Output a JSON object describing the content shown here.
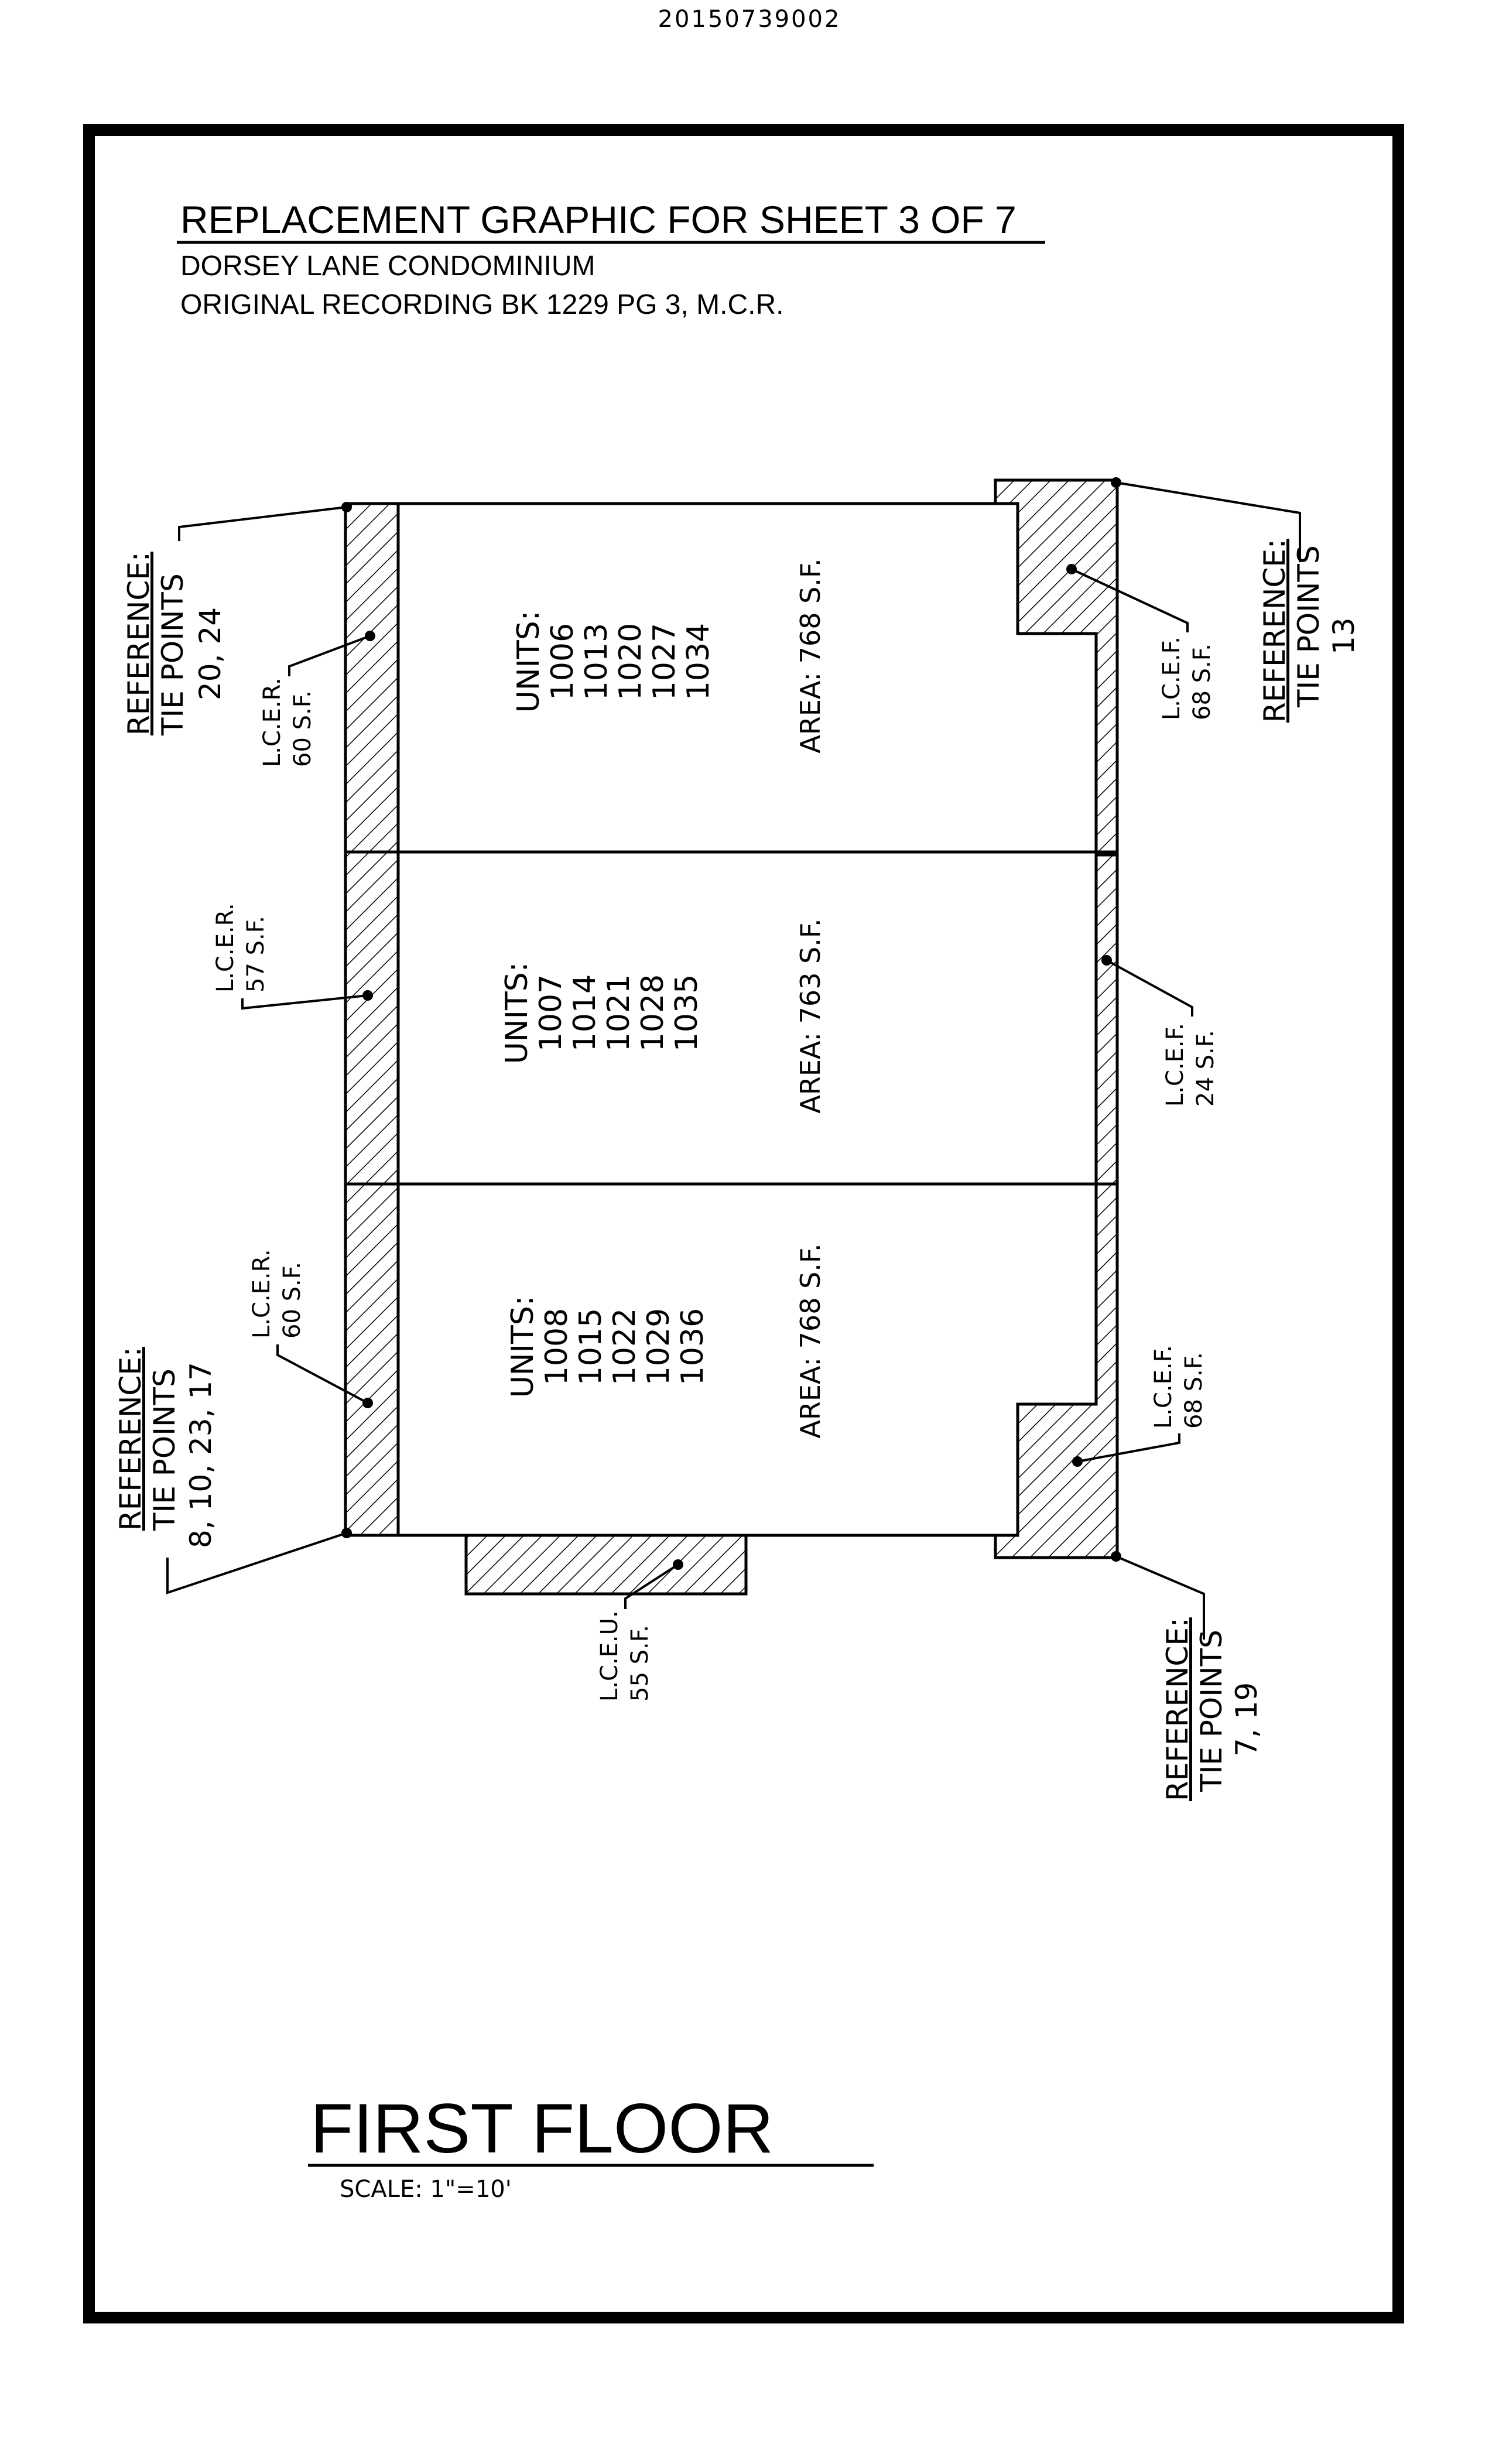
{
  "document": {
    "recording_number": "20150739002",
    "title": "REPLACEMENT GRAPHIC FOR SHEET 3 OF 7",
    "subtitle_1": "DORSEY LANE CONDOMINIUM",
    "subtitle_2": "ORIGINAL RECORDING BK 1229 PG 3, M.C.R."
  },
  "plan": {
    "floor_title": "FIRST FLOOR",
    "scale": "SCALE:  1\"=10'",
    "units_blocks": [
      {
        "units_label": "UNITS:",
        "units": [
          "1006",
          "1013",
          "1020",
          "1027",
          "1034"
        ],
        "area": "AREA:  768  S.F."
      },
      {
        "units_label": "UNITS:",
        "units": [
          "1007",
          "1014",
          "1021",
          "1028",
          "1035"
        ],
        "area": "AREA:  763  S.F."
      },
      {
        "units_label": "UNITS:",
        "units": [
          "1008",
          "1015",
          "1022",
          "1029",
          "1036"
        ],
        "area": "AREA:  768  S.F."
      }
    ],
    "limited_common": [
      {
        "code": "L.C.E.R.",
        "area": "60  S.F."
      },
      {
        "code": "L.C.E.R.",
        "area": "57  S.F."
      },
      {
        "code": "L.C.E.R.",
        "area": "60  S.F."
      },
      {
        "code": "L.C.E.F.",
        "area": "68  S.F."
      },
      {
        "code": "L.C.E.F.",
        "area": "24  S.F."
      },
      {
        "code": "L.C.E.F.",
        "area": "68  S.F."
      },
      {
        "code": "L.C.E.U.",
        "area": "55  S.F."
      }
    ],
    "references": [
      {
        "heading": "REFERENCE:",
        "label": "TIE  POINTS",
        "points": "20,  24"
      },
      {
        "heading": "REFERENCE:",
        "label": "TIE  POINTS",
        "points": "8,  10,  23,  17"
      },
      {
        "heading": "REFERENCE:",
        "label": "TIE  POINTS",
        "points": "13"
      },
      {
        "heading": "REFERENCE:",
        "label": "TIE  POINTS",
        "points": "7,  19"
      }
    ]
  }
}
